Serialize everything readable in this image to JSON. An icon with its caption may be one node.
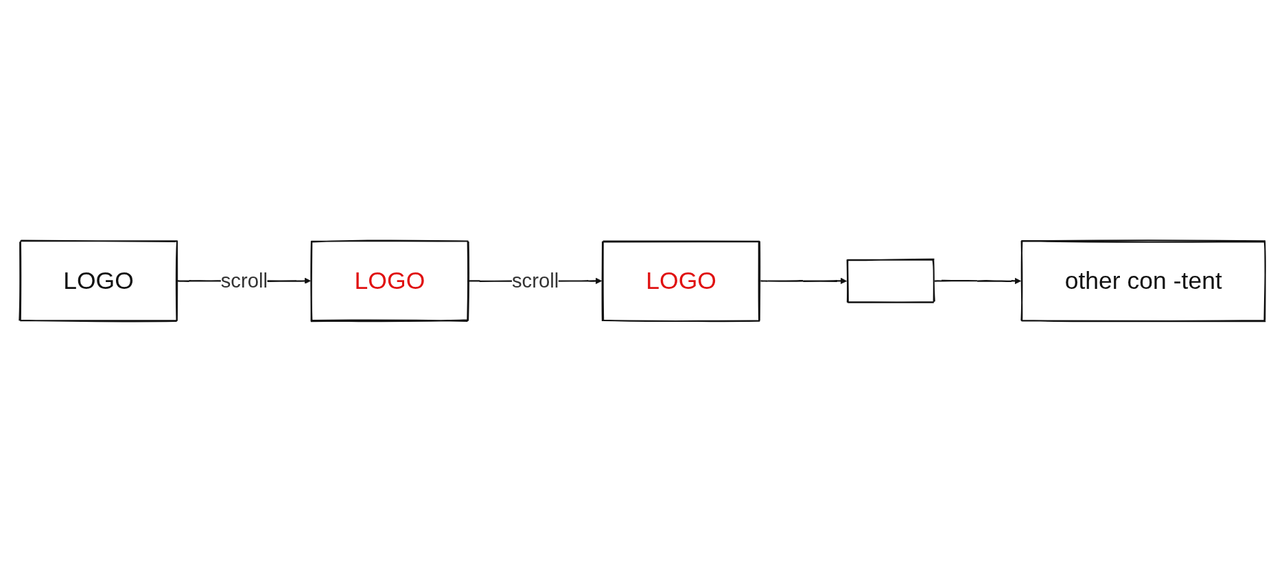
{
  "diagram": {
    "nodes": [
      {
        "text": [
          "LOGO"
        ]
      },
      {
        "text": [
          "LOGO"
        ]
      },
      {
        "text": [
          "LOGO"
        ]
      },
      {
        "text": [],
        "shape": "box"
      },
      {
        "text": [
          "other con -tent"
        ]
      }
    ],
    "edges": [
      {
        "from": 0,
        "to": 1,
        "arrow": "to",
        "label": "scroll"
      },
      {
        "from": 1,
        "to": 2,
        "arrow": "to",
        "label": "scroll"
      },
      {
        "from": 2,
        "to": 3,
        "arrow": "to"
      },
      {
        "from": 3,
        "to": 4,
        "arrow": "to"
      }
    ]
  }
}
